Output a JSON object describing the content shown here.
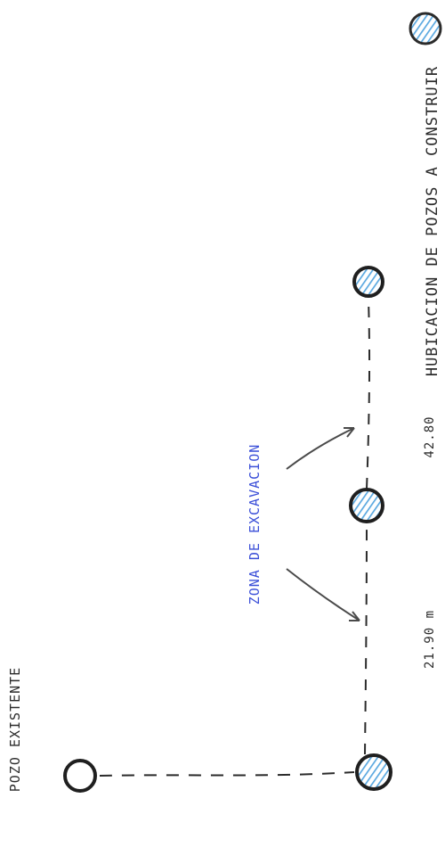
{
  "title": "HUBICACION DE POZOS A CONSTRUIR",
  "existing_well_label": "POZO EXISTENTE",
  "excavation_label": "ZONA DE EXCAVACION",
  "distance_1": "21.90 m",
  "distance_2": "42.80",
  "colors": {
    "ink": "#2b2b2b",
    "well_fill": "#6fb3e6",
    "label_blue": "#3b4fd8",
    "paper": "#ffffff"
  }
}
